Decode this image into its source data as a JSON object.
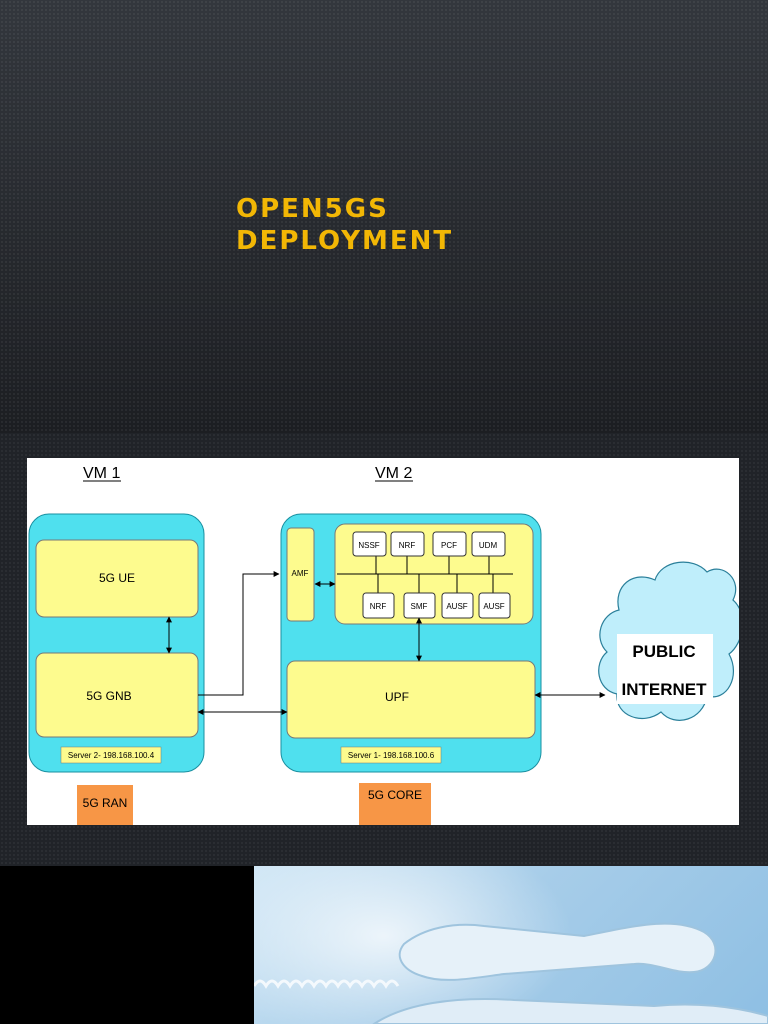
{
  "slide1": {
    "title_line1": "OPEN5GS",
    "title_line2": "DEPLOYMENT"
  },
  "diagram": {
    "vm1_label": "VM 1",
    "vm2_label": "VM 2",
    "ue_label": "5G UE",
    "gnb_label": "5G GNB",
    "server2_label": "Server 2- 198.168.100.4",
    "server1_label": "Server 1- 198.168.100.6",
    "ran_label": "5G RAN",
    "core_label": "5G CORE",
    "amf_label": "AMF",
    "upf_label": "UPF",
    "nf_top": [
      "NSSF",
      "NRF",
      "PCF",
      "UDM"
    ],
    "nf_bottom": [
      "NRF",
      "SMF",
      "AUSF",
      "AUSF"
    ],
    "internet_line1": "PUBLIC",
    "internet_line2": "INTERNET"
  },
  "colors": {
    "title": "#f2b705",
    "cyan": "#4fe0ee",
    "yellow": "#fdfb8e",
    "orange": "#f79646",
    "cloud": "#bfeefb"
  }
}
